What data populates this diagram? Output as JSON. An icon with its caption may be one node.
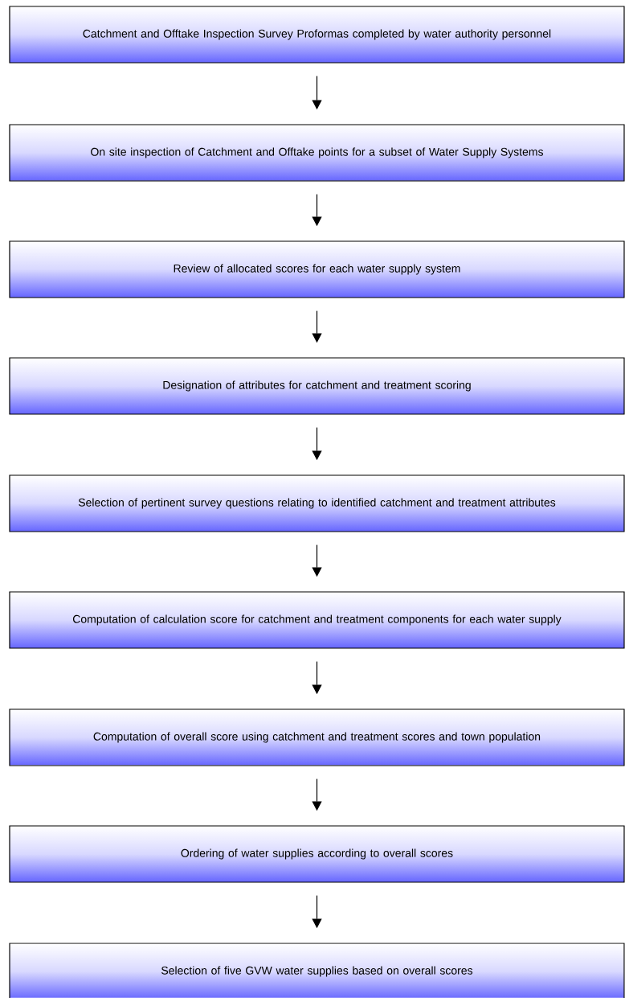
{
  "diagram": {
    "nodes": [
      {
        "text": [
          "Catchment and Offtake Inspection Survey Proformas completed by water authority personnel"
        ]
      },
      {
        "text": [
          "On site inspection of Catchment and Offtake points for a subset of Water Supply Systems"
        ]
      },
      {
        "text": [
          "Review of allocated scores for each water supply system"
        ]
      },
      {
        "text": [
          "Designation of attributes for catchment and treatment scoring"
        ]
      },
      {
        "text": [
          "Selection of pertinent survey questions relating to identified catchment and treatment attributes"
        ]
      },
      {
        "text": [
          "Computation of calculation score for catchment and treatment components for each water supply"
        ]
      },
      {
        "text": [
          "Computation of overall score using catchment and treatment scores and town population"
        ]
      },
      {
        "text": [
          "Ordering of water supplies according to overall scores"
        ]
      },
      {
        "text": [
          "Selection of five GVW water supplies based on overall scores"
        ]
      }
    ],
    "edges": [
      {
        "from": 0,
        "to": 1,
        "arrow": "to"
      },
      {
        "from": 1,
        "to": 2,
        "arrow": "to"
      },
      {
        "from": 2,
        "to": 3,
        "arrow": "to"
      },
      {
        "from": 3,
        "to": 4,
        "arrow": "to"
      },
      {
        "from": 4,
        "to": 5,
        "arrow": "to"
      },
      {
        "from": 5,
        "to": 6,
        "arrow": "to"
      },
      {
        "from": 6,
        "to": 7,
        "arrow": "to"
      },
      {
        "from": 7,
        "to": 8,
        "arrow": "to"
      }
    ]
  }
}
